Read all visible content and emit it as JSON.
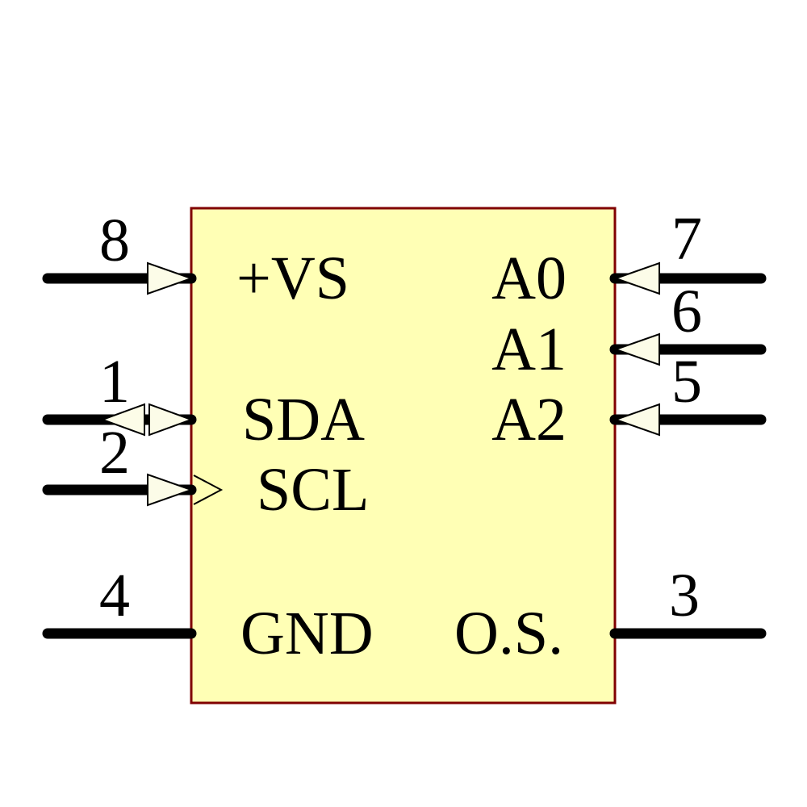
{
  "diagram": {
    "kind": "ic-schematic-symbol",
    "colors": {
      "background": "#FFFFFF",
      "body_fill": "#FFFFB5",
      "body_border": "#800000",
      "wire": "#000000",
      "arrow_fill": "#FCFCE8",
      "text": "#000000"
    },
    "pins": {
      "vs": {
        "number": "8",
        "label": "+VS",
        "side": "left",
        "direction": "input"
      },
      "sda": {
        "number": "1",
        "label": "SDA",
        "side": "left",
        "direction": "bidirectional"
      },
      "scl": {
        "number": "2",
        "label": "SCL",
        "side": "left",
        "direction": "input-clock"
      },
      "gnd": {
        "number": "4",
        "label": "GND",
        "side": "left",
        "direction": "passive"
      },
      "a0": {
        "number": "7",
        "label": "A0",
        "side": "right",
        "direction": "input"
      },
      "a1": {
        "number": "6",
        "label": "A1",
        "side": "right",
        "direction": "input"
      },
      "a2": {
        "number": "5",
        "label": "A2",
        "side": "right",
        "direction": "input"
      },
      "os": {
        "number": "3",
        "label": "O.S.",
        "side": "right",
        "direction": "passive"
      }
    }
  }
}
